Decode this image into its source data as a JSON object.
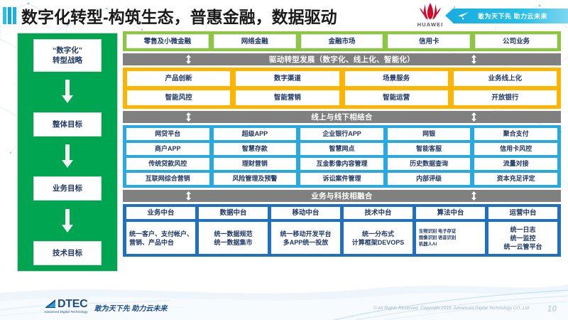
{
  "header": {
    "title": "数字化转型-构筑生态，普惠金融，数据驱动",
    "brand": "HUAWEI",
    "banner_text": "敢为天下先 助力云未来"
  },
  "left_column": {
    "steps": [
      {
        "label": "“数字化”\n转型战略"
      },
      {
        "label": "整体目标"
      },
      {
        "label": "业务目标"
      },
      {
        "label": "技术目标"
      }
    ]
  },
  "business_lines": {
    "items": [
      "零售及小微金融",
      "网络金融",
      "金融市场",
      "信用卡",
      "公司业务"
    ]
  },
  "connector_1": {
    "label": "驱动转型发展（数字化、线上化、智能化）"
  },
  "overall_goal": {
    "rows": [
      [
        "产品创新",
        "数字渠道",
        "场景服务",
        "业务线上化"
      ],
      [
        "智能风控",
        "智能营销",
        "智能运营",
        "开放银行"
      ]
    ]
  },
  "connector_2": {
    "label": "线上与线下相结合"
  },
  "business_goal": {
    "rows": [
      [
        "网贷平台",
        "超级APP",
        "企业银行APP",
        "网银",
        "聚合支付"
      ],
      [
        "商户APP",
        "智慧存款",
        "智慧网点",
        "智能客服",
        "信用卡风控"
      ],
      [
        "传统贷款风控",
        "理财营销",
        "互金影像内容管理",
        "历史数据查询",
        "流量对接"
      ],
      [
        "互联网综合营销",
        "风险管理及预警",
        "诉讼案件管理",
        "内部评级",
        "资本充足评定"
      ]
    ]
  },
  "connector_3": {
    "label": "业务与科技相融合"
  },
  "tech_goal": {
    "columns": [
      {
        "head": "业务中台",
        "body": "统一客户、支付帐户、营销、产品中台"
      },
      {
        "head": "数据中台",
        "body": "统一数据规范\n统一数据集市"
      },
      {
        "head": "移动中台",
        "body": "统一移动开发平台\n多APP统一投放"
      },
      {
        "head": "技术中台",
        "body": "统一分布式\n计算框架DEVOPS"
      },
      {
        "head": "算法中台",
        "body": "生物识别 电子存证\n图像识别 语音识别\n机器人AI"
      },
      {
        "head": "运营中台",
        "body": "统一日志\n统一监控\n统一云管平台"
      }
    ]
  },
  "footer": {
    "logo_name": "DTEC",
    "logo_sub": "Advanced Digital Technology",
    "slogan": "敢为天下先  助力云未来",
    "copyright": "© All Rights Reserved. Copyright 2019, Advanced Digital Technology CO.,Ltd",
    "page_number": "10"
  },
  "colors": {
    "green": "#00a551",
    "light_green": "#8dc63f",
    "orange": "#ffb500",
    "blue": "#27aae1",
    "navy": "#1f70c1",
    "gray": "#808080",
    "text_navy": "#1f3864",
    "huawei_red": "#cf0a2c"
  }
}
